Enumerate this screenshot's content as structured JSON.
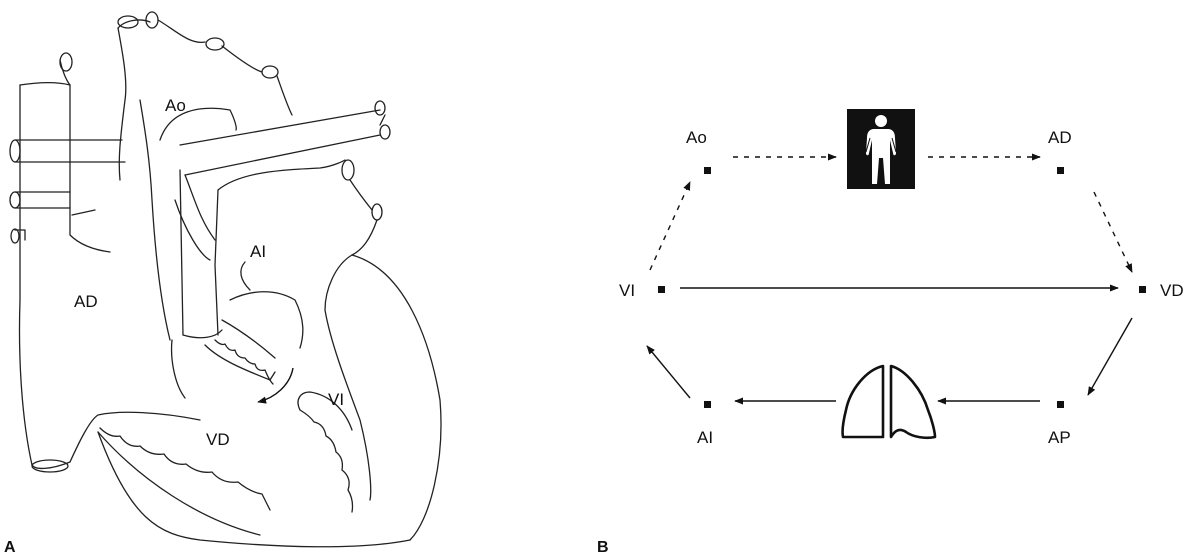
{
  "panel_a": {
    "letter": "A",
    "labels": {
      "ao": "Ao",
      "ad": "AD",
      "ai": "AI",
      "vi": "VI",
      "vd": "VD"
    }
  },
  "panel_b": {
    "letter": "B",
    "nodes": {
      "ao": "Ao",
      "ad": "AD",
      "vi": "VI",
      "vd": "VD",
      "ai": "AI",
      "ap": "AP"
    },
    "icons": [
      "person-icon",
      "lungs-icon"
    ]
  }
}
